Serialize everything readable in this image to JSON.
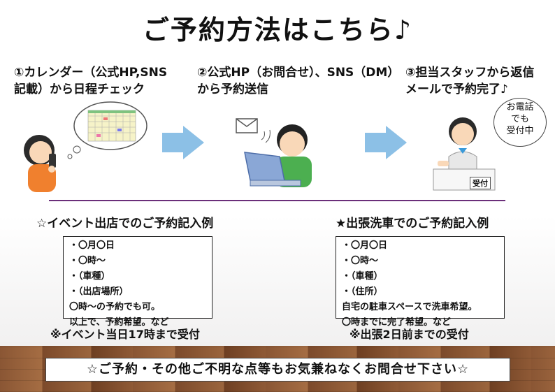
{
  "title": "ご予約方法はこちら♪",
  "steps": [
    {
      "text": "①カレンダー（公式HP,SNS\n記載）から日程チェック"
    },
    {
      "text": "②公式HP（お問合せ）、SNS（DM）\nから予約送信"
    },
    {
      "text": "③担当スタッフから返信\nメールで予約完了♪"
    }
  ],
  "phone_bubble": "お電話\nでも\n受付中",
  "desk_sign": "受付",
  "sections": [
    {
      "title": "☆イベント出店でのご予約記入例",
      "lines": [
        "・〇月〇日",
        "・〇時～",
        "・（車種）",
        "・（出店場所）",
        "〇時～の予約でも可。",
        "以上で、予約希望。など"
      ],
      "deadline": "※イベント当日17時まで受付"
    },
    {
      "title": "★出張洗車でのご予約記入例",
      "lines": [
        "・〇月〇日",
        "・〇時～",
        "・（車種）",
        "・（住所）",
        "自宅の駐車スペースで洗車希望。",
        "〇時までに完了希望。など"
      ],
      "deadline": "※出張2日前までの受付"
    }
  ],
  "contact_banner": "☆ご予約・その他ご不明な点等もお気兼ねなくお問合せ下さい☆",
  "colors": {
    "arrow": "#8cc0e6",
    "divider": "#6b2f7a",
    "floor": "#8a5634"
  }
}
